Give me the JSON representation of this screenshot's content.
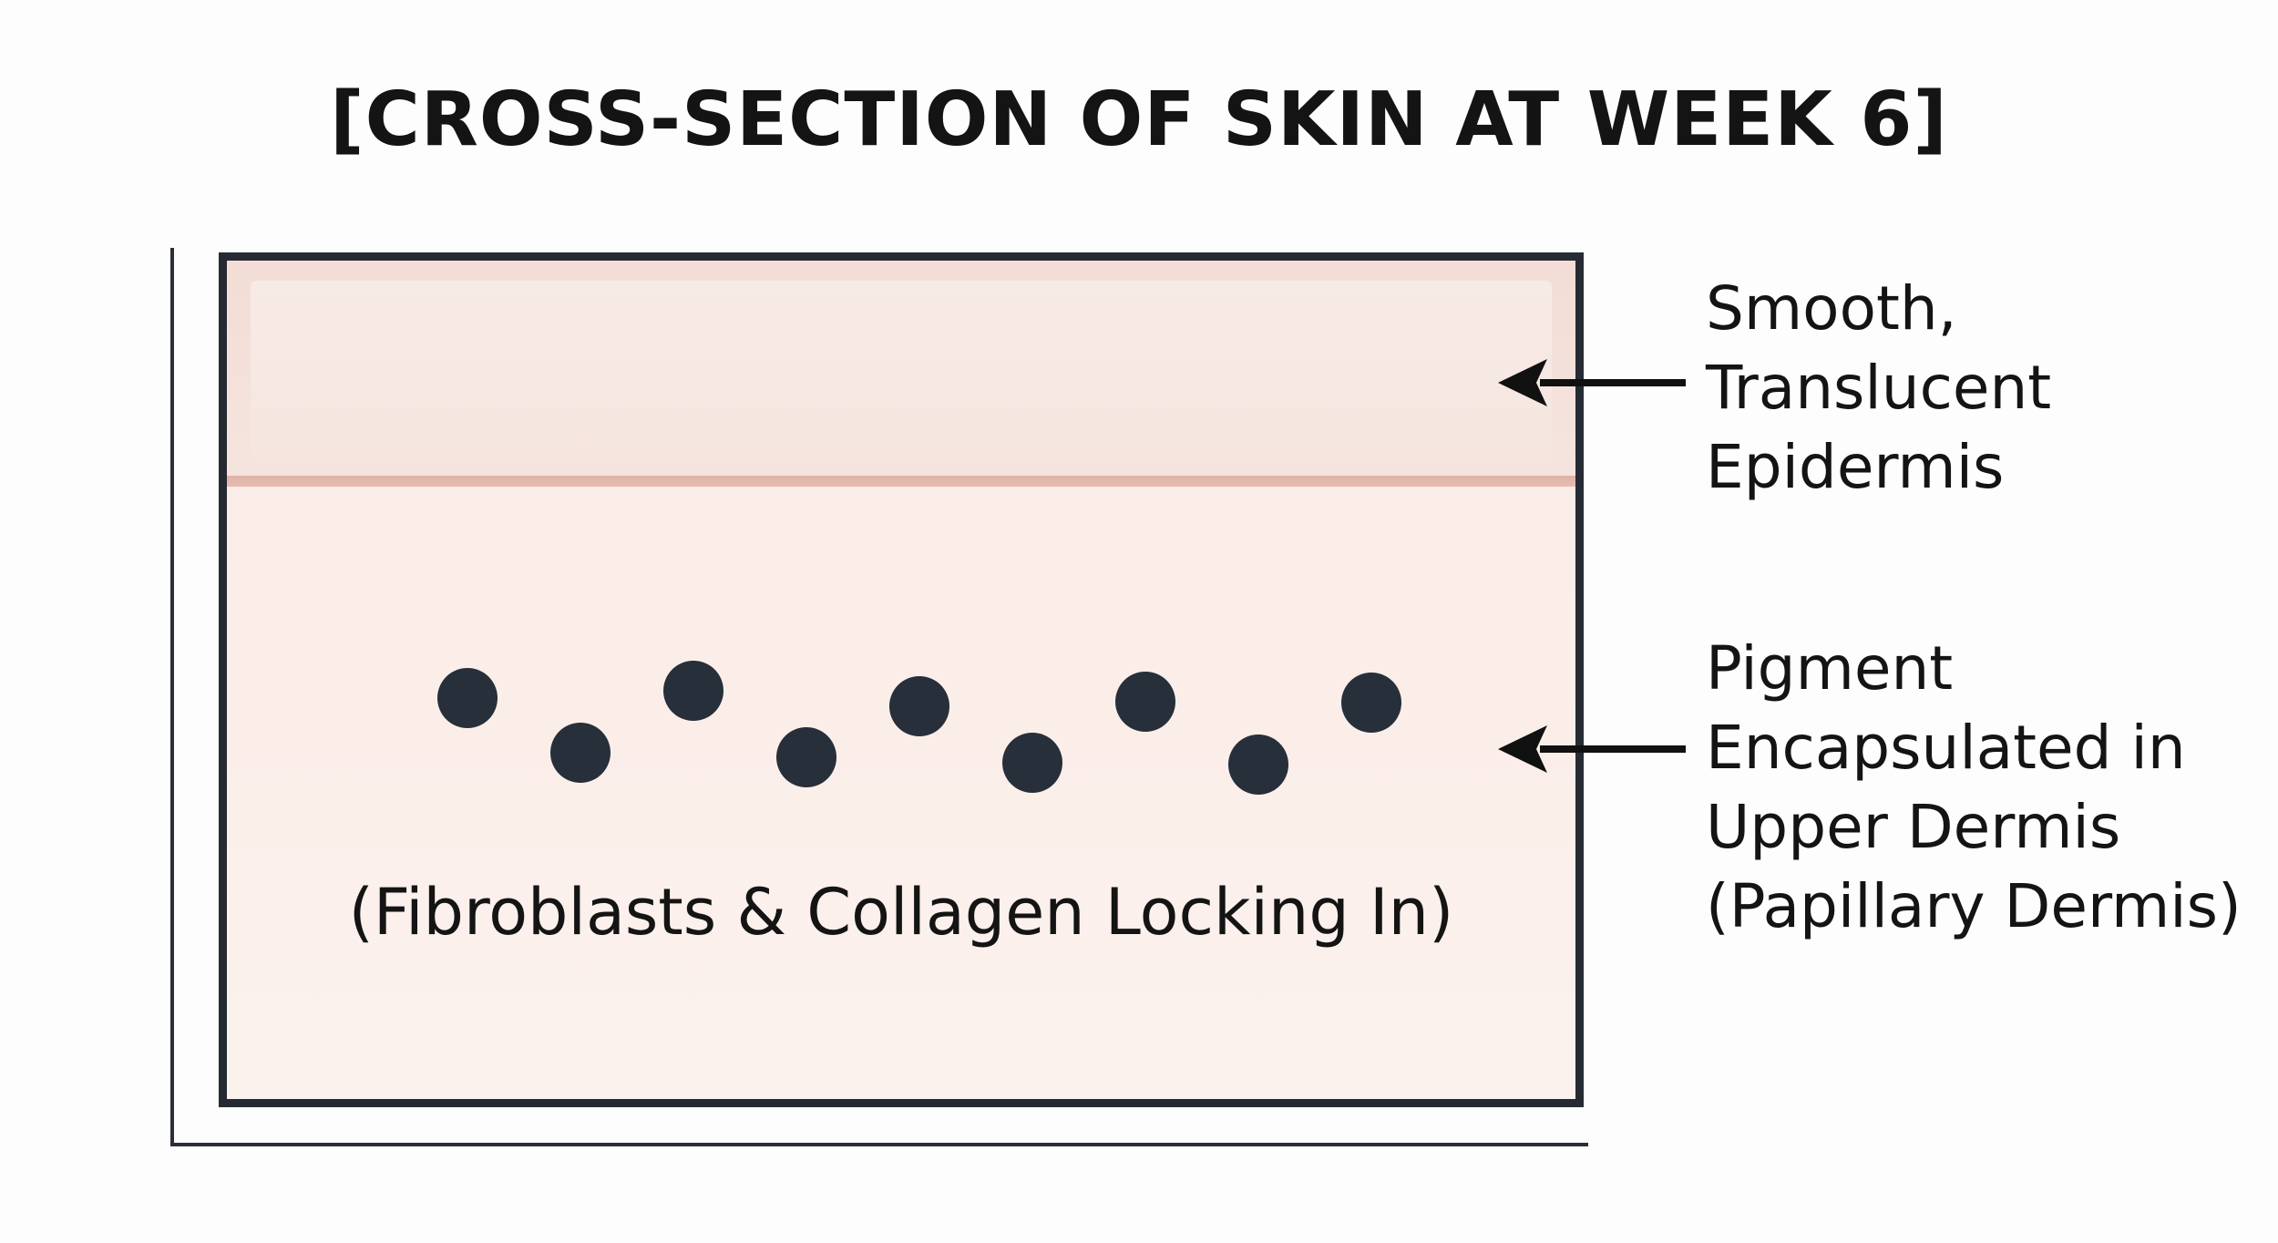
{
  "title": "[CROSS-SECTION OF SKIN AT WEEK 6]",
  "diagram": {
    "dermis_label": "(Fibroblasts & Collagen Locking In)",
    "annotations": [
      {
        "id": "epidermis",
        "lines": [
          "Smooth,",
          "Translucent",
          "Epidermis"
        ]
      },
      {
        "id": "pigment",
        "lines": [
          "Pigment",
          "Encapsulated in",
          "Upper Dermis",
          "(Papillary Dermis)"
        ]
      }
    ],
    "pigment_particle_count": 9
  },
  "colors": {
    "frame": "#262b33",
    "pigment": "#262f3a",
    "epidermis": "#f3ddd6",
    "dermis": "#fbeee9",
    "boundary": "#dfb2a6",
    "text": "#141414"
  }
}
